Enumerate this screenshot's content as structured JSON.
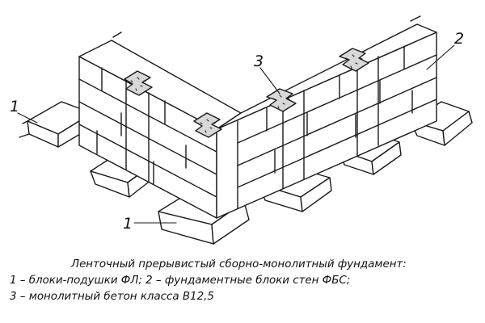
{
  "labels": {
    "pad_upper": "1",
    "pad_lower": "1",
    "wall_block": "2",
    "monolithic": "3"
  },
  "caption": {
    "title": "Ленточный прерывистый сборно-монолитный фундамент:",
    "line1": "1 – блоки-подушки ФЛ; 2 – фундаментные блоки стен ФБС;",
    "line2": "3 – монолитный бетон класса В12,5"
  }
}
